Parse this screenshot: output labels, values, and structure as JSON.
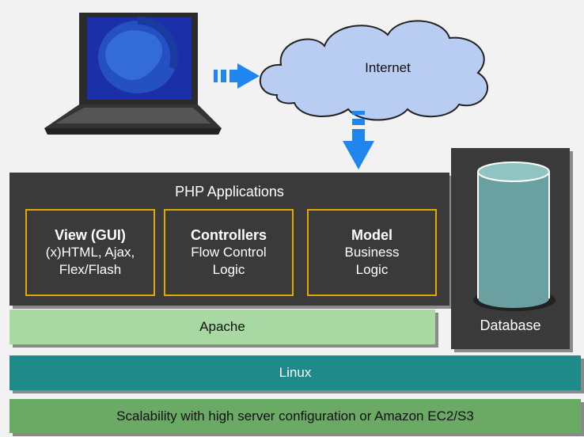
{
  "cloud": {
    "label": "Internet"
  },
  "php": {
    "title": "PHP Applications",
    "view": {
      "head": "View (GUI)",
      "line1": "(x)HTML, Ajax,",
      "line2": "Flex/Flash"
    },
    "controllers": {
      "head": "Controllers",
      "line1": "Flow Control",
      "line2": "Logic"
    },
    "model": {
      "head": "Model",
      "line1": "Business",
      "line2": "Logic"
    }
  },
  "database": {
    "label": "Database"
  },
  "layers": {
    "apache": "Apache",
    "linux": "Linux",
    "scalability": "Scalability with high server configuration or Amazon EC2/S3"
  },
  "colors": {
    "arrow": "#1f86f0",
    "cloud": "#b9cdf3",
    "panel": "#3a3a3a",
    "border_gold": "#e2a800",
    "apache": "#a9d9a3",
    "linux": "#1e8a89",
    "scalability": "#6aaa64",
    "cylinder": "#6aa1a0"
  },
  "icons": [
    "laptop-icon",
    "cloud-icon",
    "arrow-right-icon",
    "arrow-down-icon",
    "database-cylinder-icon"
  ]
}
